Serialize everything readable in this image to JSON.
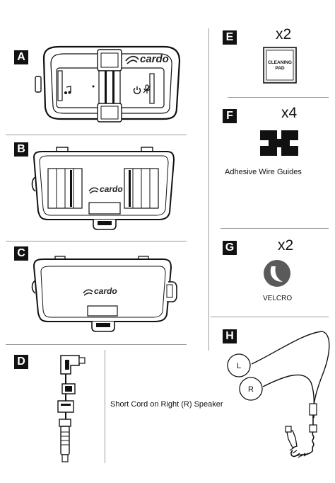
{
  "items": {
    "A": {
      "label": "A",
      "logo": "cardo"
    },
    "B": {
      "label": "B",
      "logo": "cardo"
    },
    "C": {
      "label": "C",
      "logo": "cardo"
    },
    "D": {
      "label": "D",
      "caption": "Short Cord on Right (R) Speaker"
    },
    "E": {
      "label": "E",
      "quantity": "x2",
      "pad_text_line1": "CLEANING",
      "pad_text_line2": "PAD"
    },
    "F": {
      "label": "F",
      "quantity": "x4",
      "caption": "Adhesive Wire Guides"
    },
    "G": {
      "label": "G",
      "quantity": "x2",
      "caption": "VELCRO"
    },
    "H": {
      "label": "H",
      "left_marker": "L",
      "right_marker": "R"
    }
  },
  "icons": {
    "A_left": "music-note-icon",
    "A_right": "power-icon",
    "A_mute": "mic-mute-icon"
  }
}
